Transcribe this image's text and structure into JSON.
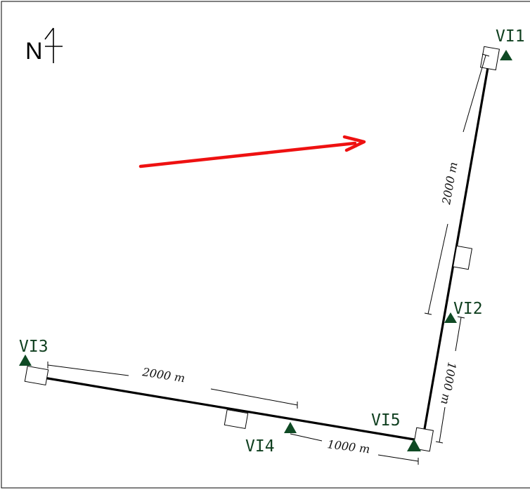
{
  "north": {
    "label": "N"
  },
  "stations": [
    {
      "id": "VI1",
      "label": "VI1"
    },
    {
      "id": "VI2",
      "label": "VI2"
    },
    {
      "id": "VI3",
      "label": "VI3"
    },
    {
      "id": "VI4",
      "label": "VI4"
    },
    {
      "id": "VI5",
      "label": "VI5"
    }
  ],
  "distances": {
    "north_arm_upper": "2000 m",
    "north_arm_lower": "1000 m",
    "west_arm_upper": "2000 m",
    "west_arm_lower": "1000 m"
  },
  "colors": {
    "arrow": "#ee1111",
    "station_marker": "#0f4a24",
    "station_label": "#0f3f1f",
    "arm": "#000000"
  }
}
